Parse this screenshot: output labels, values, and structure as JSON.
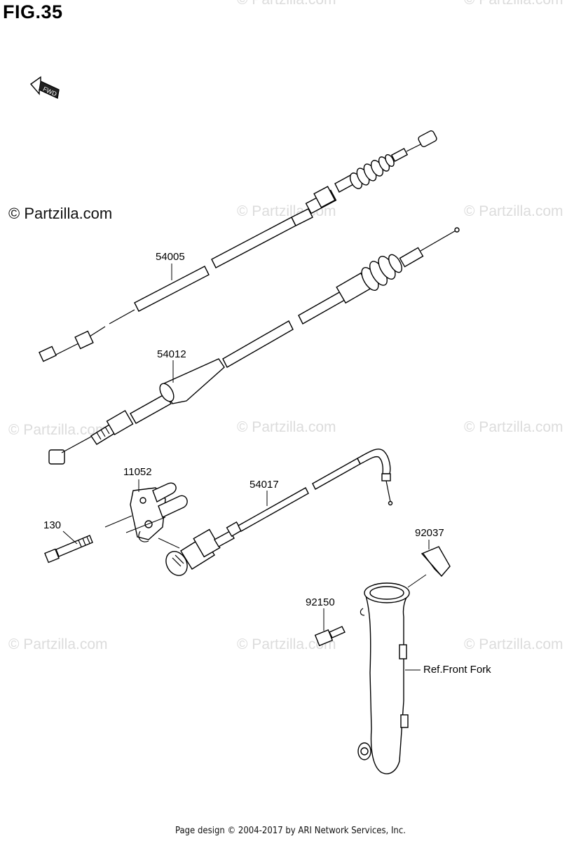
{
  "figure": {
    "title": "FIG.35"
  },
  "watermark": {
    "primary": "© Partzilla.com",
    "faded": "© Partzilla.com"
  },
  "fwd_arrow": {
    "label": "FWD"
  },
  "callouts": {
    "cable_54005": "54005",
    "cable_54012": "54012",
    "holder_11052": "11052",
    "bolt_130": "130",
    "cable_54017": "54017",
    "clamp_92037": "92037",
    "bolt_92150": "92150",
    "front_fork_ref": "Ref.Front Fork"
  },
  "footer": {
    "text": "Page design © 2004-2017 by ARI Network Services, Inc."
  }
}
